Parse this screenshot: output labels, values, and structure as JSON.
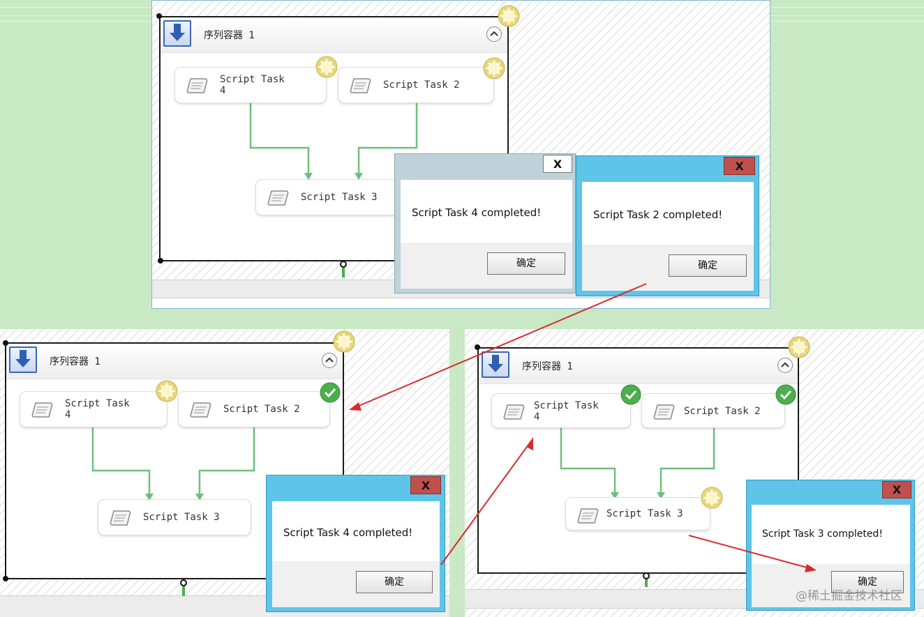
{
  "container_title": "序列容器 1",
  "tasks": {
    "task4": "Script Task\n4",
    "task2": "Script Task 2",
    "task3": "Script Task 3"
  },
  "dialogs": {
    "d1": {
      "message": "Script Task 4 completed!",
      "ok": "确定",
      "close": "X"
    },
    "d2": {
      "message": "Script Task 2 completed!",
      "ok": "确定",
      "close": "X"
    },
    "d3": {
      "message": "Script Task 4 completed!",
      "ok": "确定",
      "close": "X"
    },
    "d4": {
      "message": "Script Task 3 completed!",
      "ok": "确定",
      "close": "X"
    }
  },
  "watermark": "@稀土掘金技术社区",
  "colors": {
    "background": "#c9e8c4",
    "connector": "#6cc07a",
    "dialog_blue": "#5ec5e8",
    "dialog_gray": "#bfd2da",
    "close_red": "#c0504d",
    "annotation_arrow": "#d92a2a",
    "success_green": "#4cae4c",
    "pending_yellow": "#e8d77a"
  },
  "icons": [
    "sequence-container-icon",
    "script-task-icon",
    "collapse-icon",
    "pending-icon",
    "success-check-icon",
    "close-icon"
  ]
}
